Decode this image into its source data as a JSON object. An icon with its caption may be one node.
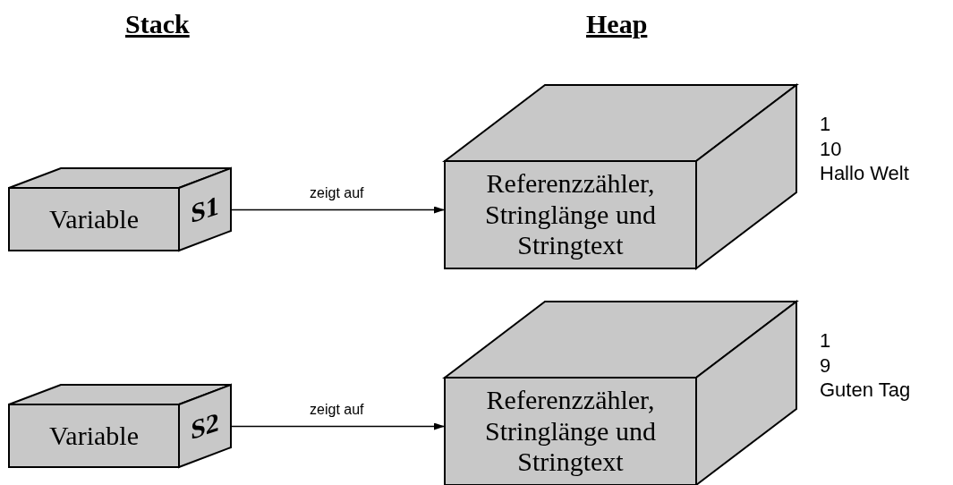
{
  "diagram": {
    "nodes": [
      {
        "text": [
          "Variable",
          "S1"
        ]
      },
      {
        "text": [
          "Referenzzähler, Stringlänge und Stringtext"
        ],
        "beside": [
          "1",
          "10",
          "Hallo Welt"
        ]
      },
      {
        "text": [
          "Variable",
          "S2"
        ]
      },
      {
        "text": [
          "Referenzzähler, Stringlänge und Stringtext"
        ],
        "beside": [
          "1",
          "9",
          "Guten Tag"
        ]
      }
    ],
    "edges": [
      {
        "from": 0,
        "to": 1,
        "arrow": "to",
        "label": "zeigt auf"
      },
      {
        "from": 2,
        "to": 3,
        "arrow": "to",
        "label": "zeigt auf"
      }
    ],
    "labels": [
      "Stack",
      "Heap"
    ]
  }
}
